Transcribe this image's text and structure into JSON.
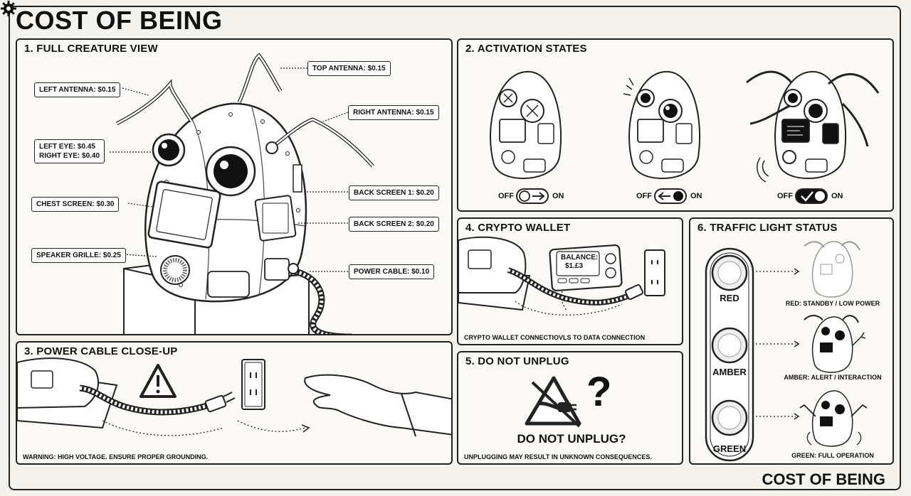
{
  "header": {
    "title": "COST OF BEING"
  },
  "footer": {
    "brand": "COST OF BEING",
    "icon": "gear-icon"
  },
  "panels": {
    "creature": {
      "title": "1. FULL CREATURE VIEW",
      "callouts": {
        "top_antenna": "TOP ANTENNA: $0.15",
        "left_antenna": "LEFT ANTENNA: $0.15",
        "right_antenna": "RIGHT ANTENNA: $0.15",
        "left_eye": "LEFT EYE: $0.45",
        "right_eye": "RIGHT EYE: $0.40",
        "chest_screen": "CHEST SCREEN: $0.30",
        "back_screen_1": "BACK SCREEN 1: $0.20",
        "back_screen_2": "BACK SCREEN 2: $0.20",
        "speaker_grille": "SPEAKER GRILLE: $0.25",
        "power_cable": "POWER CABLE: $0.10"
      }
    },
    "activation": {
      "title": "2. ACTIVATION STATES",
      "off_label": "OFF",
      "on_label": "ON"
    },
    "cable": {
      "title": "3. POWER CABLE CLOSE-UP",
      "warning": "WARNING: HIGH VOLTAGE. ENSURE PROPER GROUNDING."
    },
    "wallet": {
      "title": "4. CRYPTO WALLET",
      "screen_line1": "BALANCE:",
      "screen_line2": "$1.£3",
      "caption": "CRYPTO WALLET CONNECTIOVLS TO DATA CONNECTION"
    },
    "unplug": {
      "title": "5. DO NOT UNPLUG",
      "question_mark": "?",
      "headline": "DO NOT UNPLUG?",
      "caption": "UNPLUGGING MAY RESULT IN UNKNOWN CONSEQUENCES."
    },
    "traffic": {
      "title": "6. TRAFFIC LIGHT STATUS",
      "lights": [
        {
          "label": "RED",
          "status": "RED: STANDBY / LOW POWER"
        },
        {
          "label": "AMBER",
          "status": "AMBER: ALERT / INTERACTION"
        },
        {
          "label": "GREEN",
          "status": "GREEN: FULL OPERATION"
        }
      ]
    }
  }
}
